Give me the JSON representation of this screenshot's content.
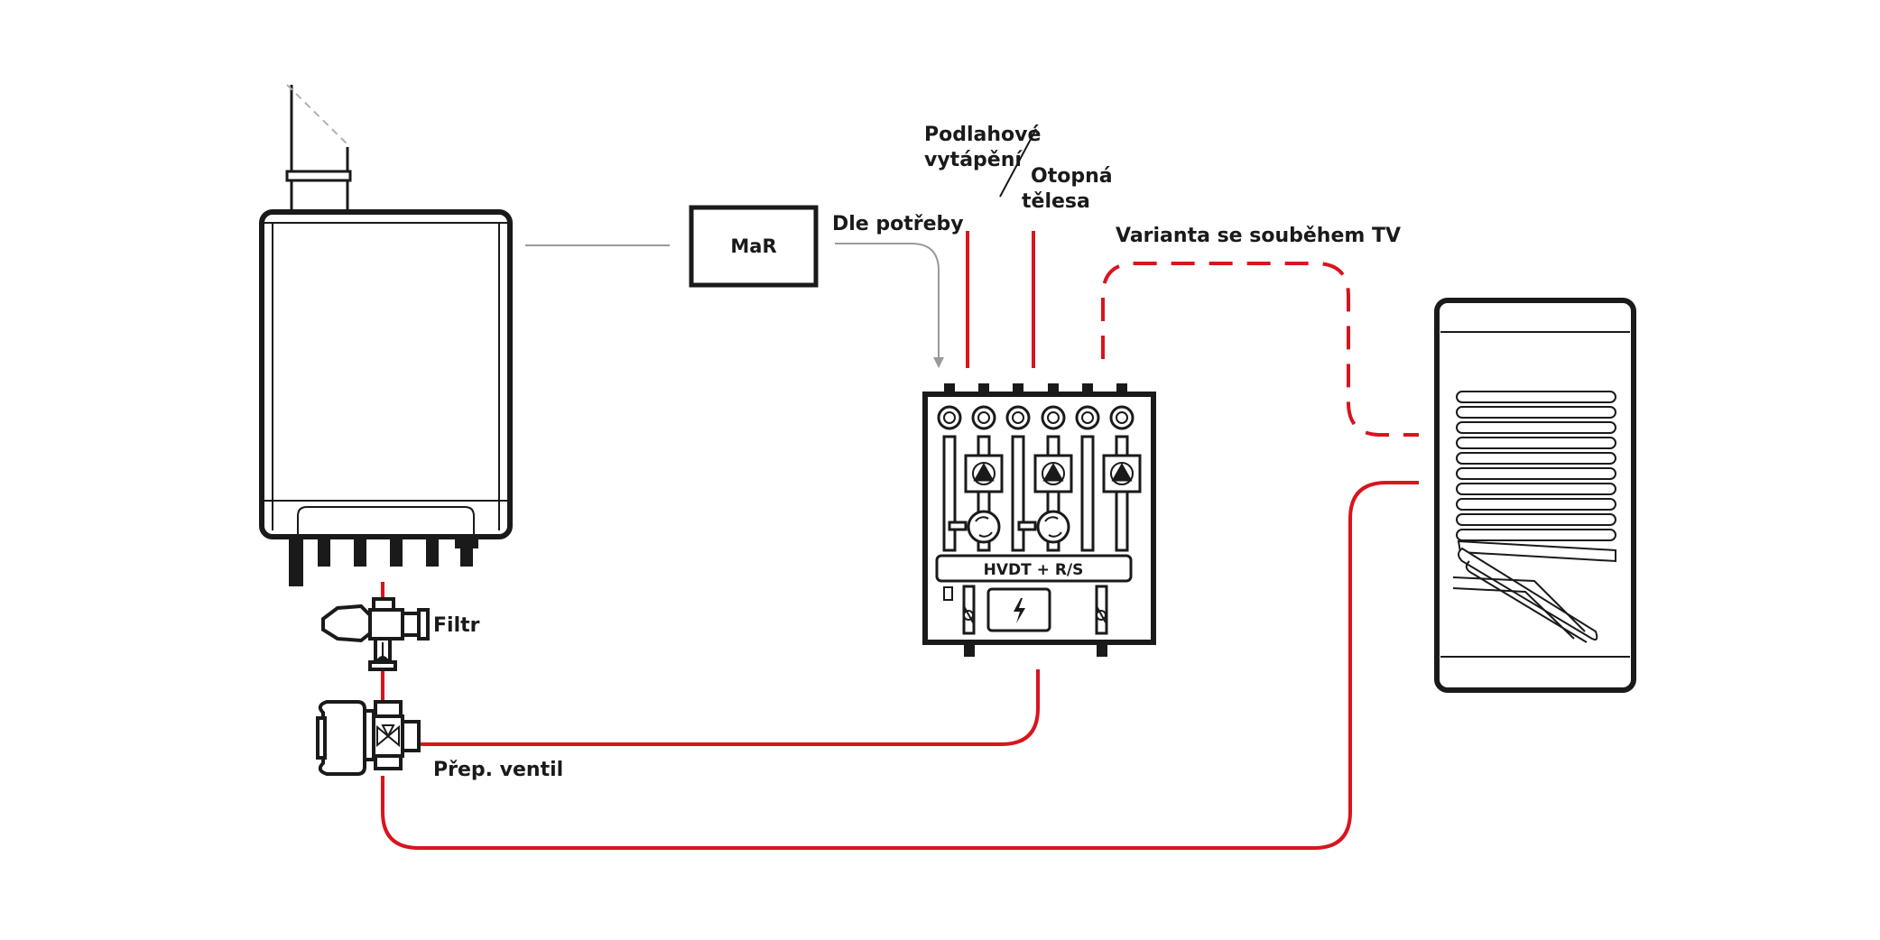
{
  "labels": {
    "mar": "MaR",
    "dle_potreby": "Dle potřeby",
    "podlahove_line1": "Podlahové",
    "podlahove_line2": "vytápění",
    "otopna_line1": "Otopná",
    "otopna_line2": "tělesa",
    "varianta": "Varianta se souběhem TV",
    "filtr": "Filtr",
    "prep_ventil": "Přep. ventil",
    "hvdt": "HVDT + R/S"
  },
  "colors": {
    "pipe_red": "#d9141e",
    "outline": "#1a1a1a",
    "signal_grey": "#9a9a9a",
    "dash_grey": "#b0b0b0"
  },
  "icons": {
    "lightning": "lightning-icon",
    "pump": "pump-icon",
    "thermometer": "thermometer-icon"
  }
}
